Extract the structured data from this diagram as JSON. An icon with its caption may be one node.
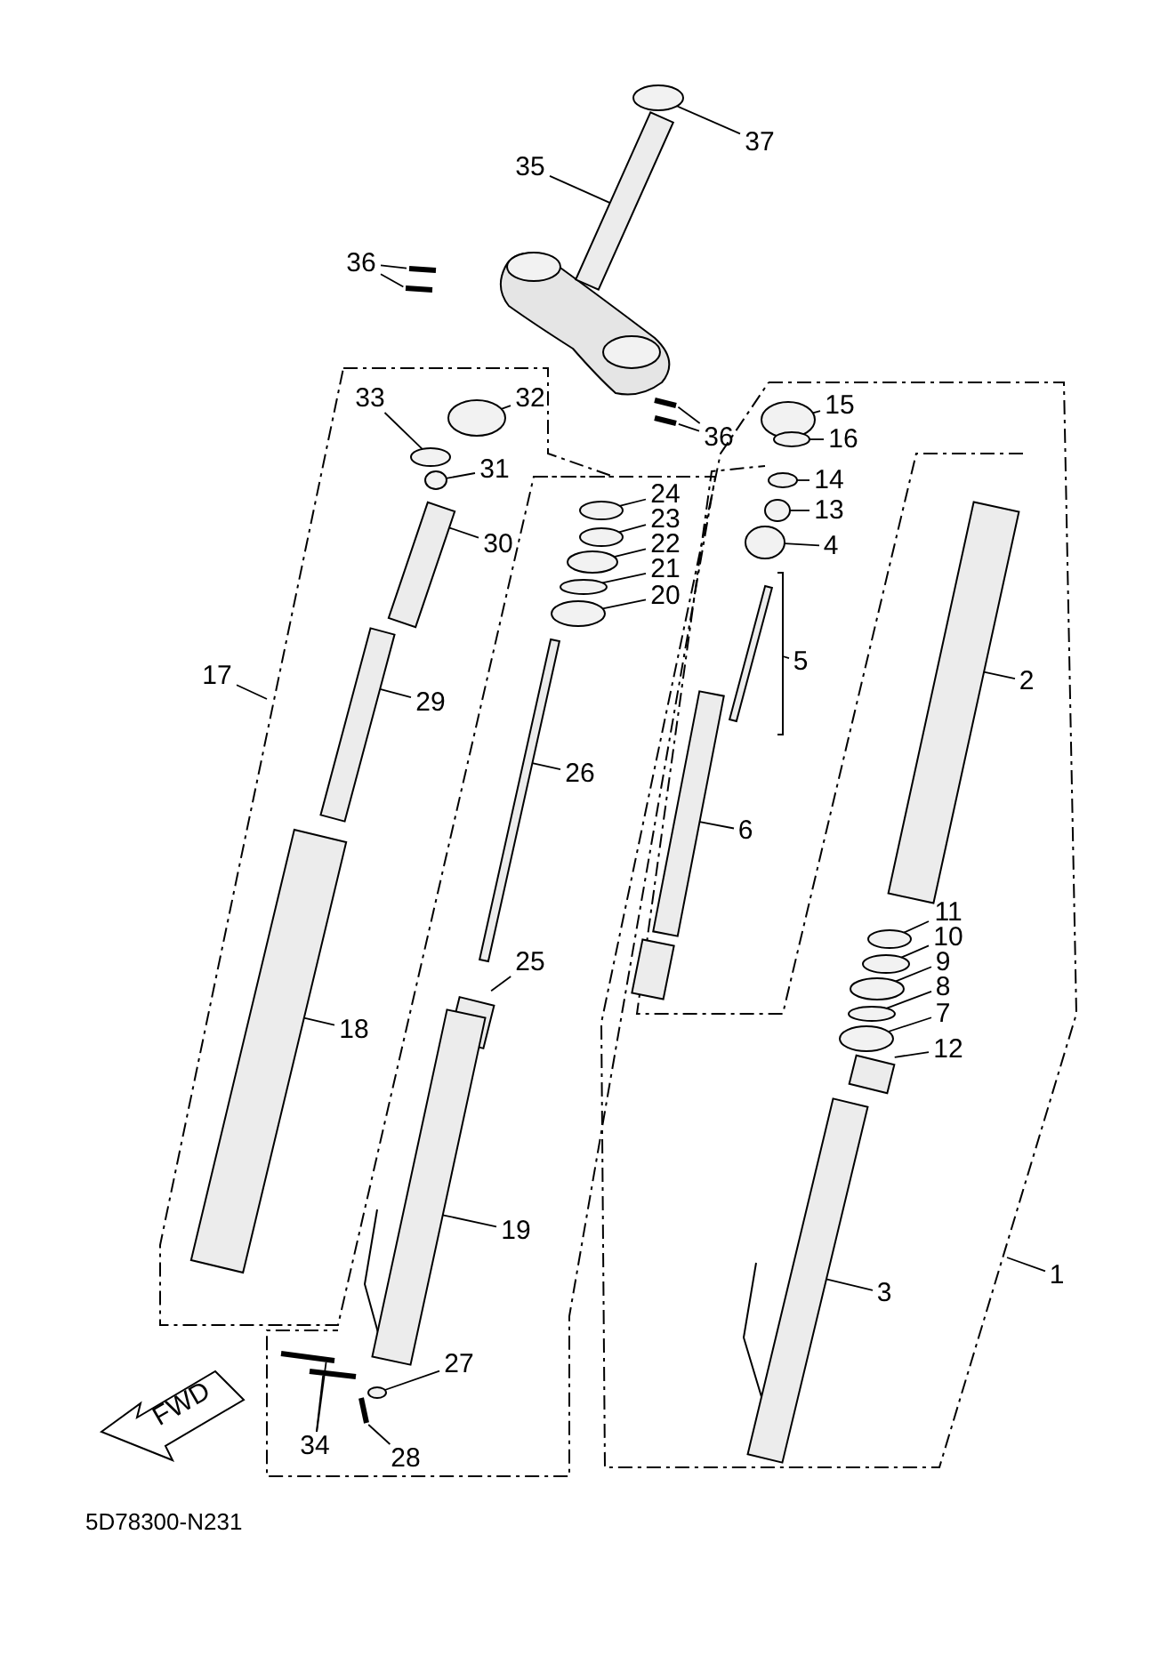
{
  "diagram": {
    "nodes": [
      {
        "text": [
          "37"
        ]
      },
      {
        "text": [
          "35"
        ]
      },
      {
        "text": [
          "36"
        ]
      },
      {
        "text": [
          "33"
        ]
      },
      {
        "text": [
          "32"
        ]
      },
      {
        "text": [
          "15"
        ]
      },
      {
        "text": [
          "16"
        ]
      },
      {
        "text": [
          "36"
        ]
      },
      {
        "text": [
          "31"
        ]
      },
      {
        "text": [
          "14"
        ]
      },
      {
        "text": [
          "24"
        ]
      },
      {
        "text": [
          "13"
        ]
      },
      {
        "text": [
          "23"
        ]
      },
      {
        "text": [
          "30"
        ]
      },
      {
        "text": [
          "22"
        ]
      },
      {
        "text": [
          "4"
        ]
      },
      {
        "text": [
          "21"
        ]
      },
      {
        "text": [
          "20"
        ]
      },
      {
        "text": [
          "5"
        ]
      },
      {
        "text": [
          "17"
        ]
      },
      {
        "text": [
          "2"
        ]
      },
      {
        "text": [
          "29"
        ]
      },
      {
        "text": [
          "26"
        ]
      },
      {
        "text": [
          "6"
        ]
      },
      {
        "text": [
          "11"
        ]
      },
      {
        "text": [
          "10"
        ]
      },
      {
        "text": [
          "9"
        ]
      },
      {
        "text": [
          "25"
        ]
      },
      {
        "text": [
          "8"
        ]
      },
      {
        "text": [
          "7"
        ]
      },
      {
        "text": [
          "18"
        ]
      },
      {
        "text": [
          "12"
        ]
      },
      {
        "text": [
          "19"
        ]
      },
      {
        "text": [
          "1"
        ]
      },
      {
        "text": [
          "3"
        ]
      },
      {
        "text": [
          "27"
        ]
      },
      {
        "text": [
          "FWD"
        ]
      },
      {
        "text": [
          "34"
        ]
      },
      {
        "text": [
          "28"
        ]
      },
      {
        "text": [],
        "shape": "circle"
      },
      {
        "text": [],
        "shape": "box"
      },
      {
        "text": [],
        "shape": "bar"
      },
      {
        "text": [],
        "shape": "bar"
      },
      {
        "text": [],
        "shape": "circle"
      },
      {
        "text": [],
        "shape": "circle"
      },
      {
        "text": [],
        "shape": "circle"
      },
      {
        "text": [],
        "shape": "circle"
      },
      {
        "text": [],
        "shape": "bar"
      },
      {
        "text": [],
        "shape": "bar"
      },
      {
        "text": [],
        "shape": "circle"
      },
      {
        "text": [],
        "shape": "circle"
      },
      {
        "text": [],
        "shape": "circle"
      },
      {
        "text": [],
        "shape": "circle"
      },
      {
        "text": [],
        "shape": "circle"
      },
      {
        "text": [],
        "shape": "box"
      },
      {
        "text": [],
        "shape": "circle"
      },
      {
        "text": [],
        "shape": "circle"
      },
      {
        "text": [],
        "shape": "circle"
      },
      {
        "text": [],
        "shape": "circle"
      },
      {
        "text": [],
        "shape": "box"
      },
      {
        "text": [],
        "shape": "box"
      },
      {
        "text": [],
        "shape": "box"
      },
      {
        "text": [],
        "shape": "box"
      },
      {
        "text": [],
        "shape": "circle"
      },
      {
        "text": [],
        "shape": "circle"
      },
      {
        "text": [],
        "shape": "circle"
      },
      {
        "text": [],
        "shape": "box"
      },
      {
        "text": [],
        "shape": "circle"
      },
      {
        "text": [],
        "shape": "circle"
      },
      {
        "text": [],
        "shape": "box"
      },
      {
        "text": [],
        "shape": "box"
      },
      {
        "text": [],
        "shape": "box"
      },
      {
        "text": [],
        "shape": "box"
      },
      {
        "text": [],
        "shape": "circle"
      },
      {
        "text": [],
        "shape": "bar"
      },
      {
        "text": [],
        "shape": "bar"
      },
      {
        "text": [],
        "shape": "bar"
      }
    ],
    "edges": [
      {
        "from": 0,
        "to": 39,
        "arrow": "none"
      },
      {
        "from": 1,
        "to": 40,
        "arrow": "none"
      },
      {
        "from": 2,
        "to": 41,
        "arrow": "none"
      },
      {
        "from": 2,
        "to": 42,
        "arrow": "none"
      },
      {
        "from": 3,
        "to": 43,
        "arrow": "none"
      },
      {
        "from": 4,
        "to": 44,
        "arrow": "none"
      },
      {
        "from": 5,
        "to": 45,
        "arrow": "none"
      },
      {
        "from": 6,
        "to": 46,
        "arrow": "none"
      },
      {
        "from": 7,
        "to": 47,
        "arrow": "none"
      },
      {
        "from": 7,
        "to": 48,
        "arrow": "none"
      },
      {
        "from": 8,
        "to": 49,
        "arrow": "none"
      },
      {
        "from": 9,
        "to": 50,
        "arrow": "none"
      },
      {
        "from": 10,
        "to": 51,
        "arrow": "none"
      },
      {
        "from": 11,
        "to": 52,
        "arrow": "none"
      },
      {
        "from": 12,
        "to": 53,
        "arrow": "none"
      },
      {
        "from": 13,
        "to": 54,
        "arrow": "none"
      },
      {
        "from": 14,
        "to": 55,
        "arrow": "none"
      },
      {
        "from": 15,
        "to": 56,
        "arrow": "none"
      },
      {
        "from": 16,
        "to": 57,
        "arrow": "none"
      },
      {
        "from": 17,
        "to": 58,
        "arrow": "none"
      },
      {
        "from": 18,
        "to": null,
        "arrow": "none"
      },
      {
        "from": 19,
        "to": null,
        "arrow": "none"
      },
      {
        "from": 20,
        "to": 59,
        "arrow": "none"
      },
      {
        "from": 21,
        "to": 60,
        "arrow": "none"
      },
      {
        "from": 22,
        "to": 61,
        "arrow": "none"
      },
      {
        "from": 23,
        "to": 62,
        "arrow": "none"
      },
      {
        "from": 24,
        "to": 63,
        "arrow": "none"
      },
      {
        "from": 25,
        "to": 64,
        "arrow": "none"
      },
      {
        "from": 26,
        "to": 65,
        "arrow": "none"
      },
      {
        "from": 27,
        "to": 66,
        "arrow": "none"
      },
      {
        "from": 28,
        "to": 67,
        "arrow": "none"
      },
      {
        "from": 29,
        "to": 68,
        "arrow": "none"
      },
      {
        "from": 30,
        "to": 69,
        "arrow": "none"
      },
      {
        "from": 31,
        "to": 70,
        "arrow": "none"
      },
      {
        "from": 32,
        "to": 71,
        "arrow": "none"
      },
      {
        "from": 33,
        "to": null,
        "arrow": "none"
      },
      {
        "from": 34,
        "to": 72,
        "arrow": "none"
      },
      {
        "from": 35,
        "to": 73,
        "arrow": "none"
      },
      {
        "from": 37,
        "to": 74,
        "arrow": "none"
      },
      {
        "from": 37,
        "to": 75,
        "arrow": "none"
      },
      {
        "from": 38,
        "to": 76,
        "arrow": "none"
      }
    ],
    "labels": [
      "5D78300-N231"
    ]
  }
}
